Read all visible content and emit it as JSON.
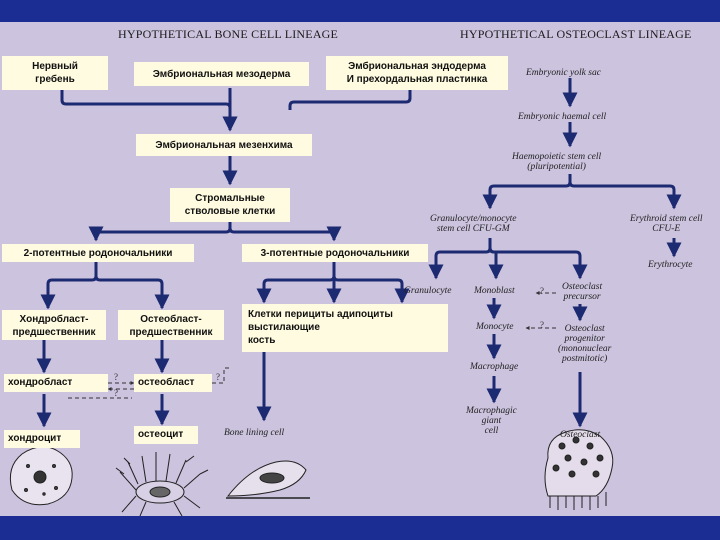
{
  "headers": {
    "left": "HYPOTHETICAL BONE CELL LINEAGE",
    "right": "HYPOTHETICAL OSTEOCLAST LINEAGE"
  },
  "boxes": {
    "neural_crest": "Нервный\nгребень",
    "emb_mesoderm": "Эмбриональная мезодерма",
    "emb_endoderm": "Эмбриональная эндодерма\nИ прехордальная пластинка",
    "emb_mesenchyme": "Эмбриональная мезенхима",
    "stromal_stem": "Стромальные\nстволовые клетки",
    "bipotent": "2-потентные родоночальники",
    "tripotent": "3-потентные родоночальники",
    "chondro_precursor": "Хондробласт-\nпредшественник",
    "osteo_precursor": "Остеобласт-\nпредшественник",
    "lining_cells": "Клетки      перициты адипоциты\nвыстилающие\nкость",
    "chondroblast": "хондробласт",
    "osteoblast": "остеобласт",
    "chondrocyte": "хондроцит",
    "osteocyte": "остеоцит"
  },
  "labels": {
    "bone_lining_cell": "Bone lining cell",
    "yolk_sac": "Embryonic yolk sac",
    "haemal_cell": "Embryonic haemal cell",
    "haemopoietic": "Haemopoietic stem cell\n(pluripotential)",
    "gm_stem": "Granulocyte/monocyte\nstem cell CFU-GM",
    "erythroid_stem": "Erythroid stem cell\nCFU-E",
    "erythrocyte": "Erythrocyte",
    "granulocyte": "Granulocyte",
    "monoblast": "Monoblast",
    "osteoclast_precursor": "Osteoclast\nprecursor",
    "monocyte": "Monocyte",
    "osteoclast_progenitor": "Osteoclast\nprogenitor\n(mononuclear\npostmitotic)",
    "macrophage": "Macrophage",
    "macrophagic_giant": "Macrophagic\ngiant\ncell",
    "osteoclast": "Osteoclast",
    "question": "?"
  },
  "colors": {
    "frame": "#1b2c93",
    "background": "#ccc3de",
    "box": "#fffbe0",
    "arrow": "#1c2a72"
  }
}
